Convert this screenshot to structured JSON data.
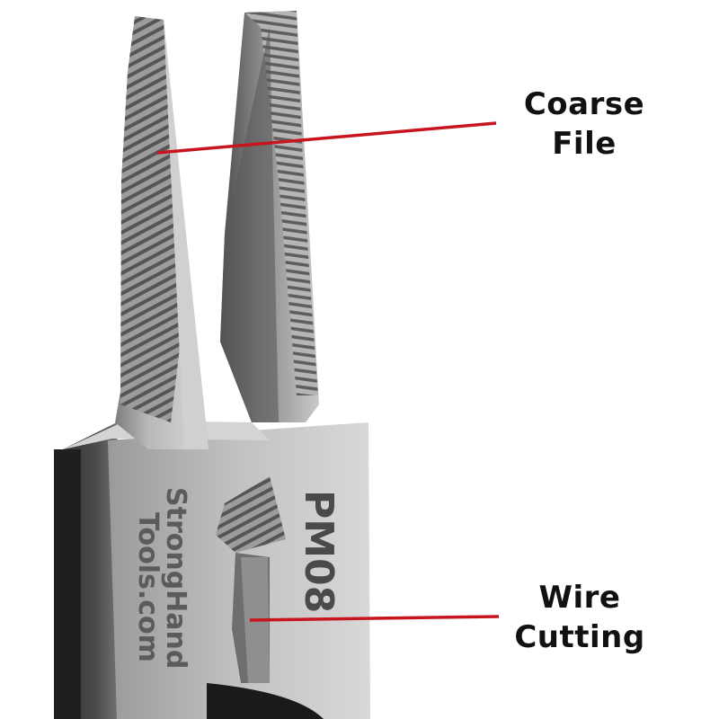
{
  "image": {
    "subject": "plier-jaw-closeup",
    "background_color": "#ffffff",
    "leader_line_color": "#c8141e"
  },
  "callouts": {
    "coarse_file": {
      "line1": "Coarse",
      "line2": "File"
    },
    "wire_cutting": {
      "line1": "Wire",
      "line2": "Cutting"
    }
  },
  "engraving": {
    "brand_line1": "StrongHand",
    "brand_line2": "Tools.com",
    "model": "PM08"
  }
}
